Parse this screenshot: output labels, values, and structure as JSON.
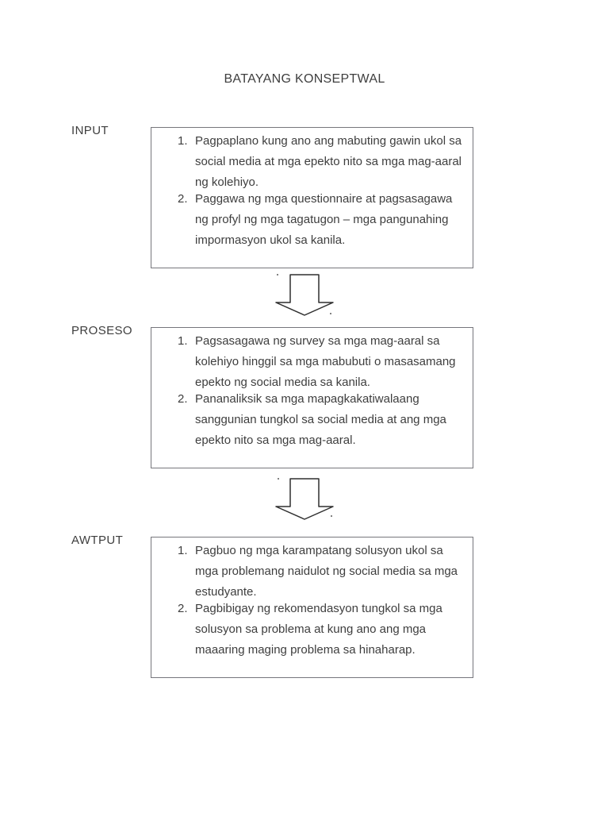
{
  "title": "BATAYANG KONSEPTWAL",
  "stages": [
    {
      "label": "INPUT",
      "items": [
        {
          "marker": "1.",
          "lines": [
            "Pagpaplano kung ano ang mabuting gawin ukol sa",
            "social media at mga epekto nito sa mga mag-aaral",
            "ng kolehiyo."
          ]
        },
        {
          "marker": "2.",
          "lines": [
            "Paggawa ng mga questionnaire at pagsasagawa",
            "ng profyl ng mga tagatugon – mga pangunahing",
            "impormasyon ukol sa kanila."
          ]
        }
      ]
    },
    {
      "label": "PROSESO",
      "items": [
        {
          "marker": "1.",
          "lines": [
            "Pagsasagawa ng survey sa mga mag-aaral sa",
            "kolehiyo hinggil sa mga mabubuti o masasamang",
            "epekto ng social media sa kanila."
          ]
        },
        {
          "marker": "2.",
          "lines": [
            "Pananaliksik sa mga mapagkakatiwalaang",
            "sanggunian tungkol sa social media at ang mga",
            "epekto nito sa mga mag-aaral."
          ]
        }
      ]
    },
    {
      "label": "AWTPUT",
      "items": [
        {
          "marker": "1.",
          "lines": [
            "Pagbuo ng mga karampatang solusyon ukol sa",
            "mga problemang naidulot ng social media sa mga",
            "estudyante."
          ]
        },
        {
          "marker": "2.",
          "lines": [
            "Pagbibigay ng rekomendasyon tungkol sa mga",
            "solusyon sa problema at kung ano ang mga",
            "maaaring maging problema sa hinaharap."
          ]
        }
      ]
    }
  ],
  "icons": {
    "connector": "down-block-arrow-icon"
  },
  "colors": {
    "text": "#3e3e3e",
    "box_border": "#76767c",
    "arrow_stroke": "#2f2f2f",
    "page_bg": "#ffffff"
  }
}
